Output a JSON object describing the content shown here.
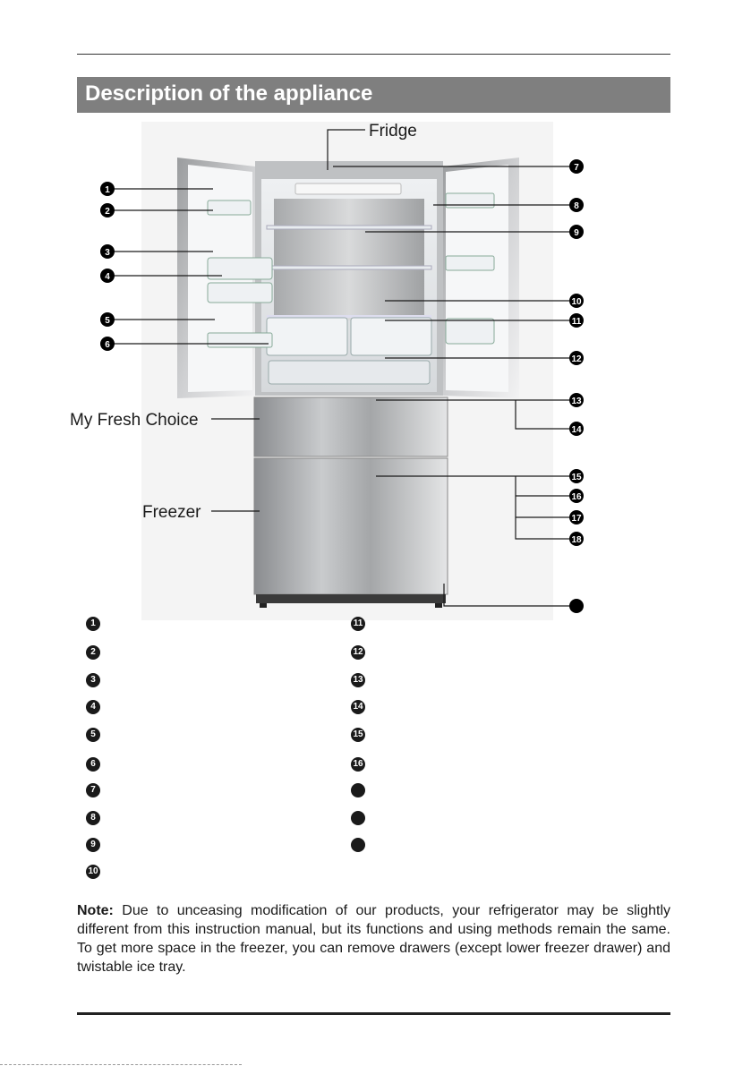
{
  "heading": "Description of the appliance",
  "figure": {
    "labels": {
      "fridge": "Fridge",
      "my_fresh_choice": "My Fresh Choice",
      "freezer": "Freezer"
    },
    "callouts": [
      "1",
      "2",
      "3",
      "4",
      "5",
      "6",
      "7",
      "8",
      "9",
      "10",
      "11",
      "12",
      "13",
      "14",
      "15",
      "16",
      "17",
      "18",
      ""
    ]
  },
  "legend": {
    "left": [
      "1",
      "2",
      "3",
      "4",
      "5",
      "6",
      "7",
      "8",
      "9",
      "10"
    ],
    "right": [
      "11",
      "12",
      "13",
      "14",
      "15",
      "16",
      "",
      "",
      ""
    ]
  },
  "note": {
    "label": "Note:",
    "text": " Due to unceasing modification of our products, your refrigerator may be slightly different from this instruction manual, but its functions and using methods remain the same. To get more space in the freezer, you can remove drawers (except lower freezer drawer) and twistable ice tray."
  }
}
